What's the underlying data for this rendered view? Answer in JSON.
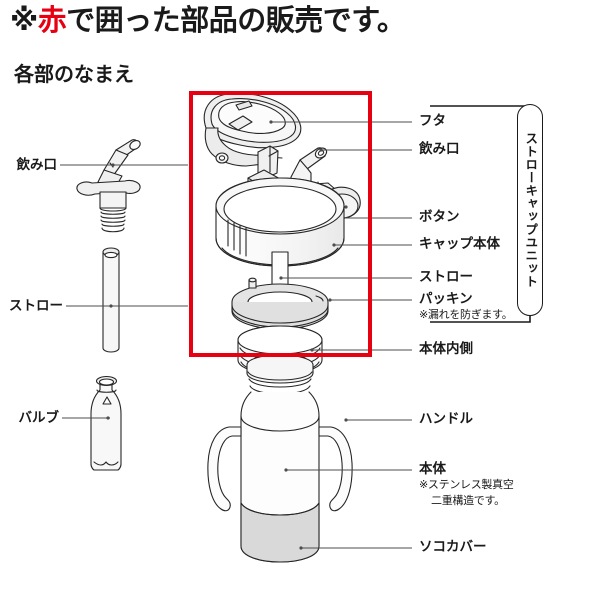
{
  "notice": {
    "prefix": "※",
    "red_word": "赤",
    "suffix": "で囲った部品の販売です。",
    "red_color": "#e60012"
  },
  "section": {
    "title": "各部のなまえ"
  },
  "diagram": {
    "subject": "straw-cap-water-bottle-exploded-view",
    "highlight_box": {
      "color": "#e60012",
      "meaning": "赤で囲った部品"
    },
    "bracket": {
      "label": "ストローキャップユニット",
      "covers_from": "フタ",
      "covers_to": "パッキン"
    }
  },
  "labels_left": [
    {
      "id": "drinking-spout",
      "text": "飲み口"
    },
    {
      "id": "straw",
      "text": "ストロー"
    },
    {
      "id": "valve",
      "text": "バルブ"
    }
  ],
  "labels_right": [
    {
      "id": "lid",
      "text": "フタ",
      "note": ""
    },
    {
      "id": "drinking-spout",
      "text": "飲み口",
      "note": ""
    },
    {
      "id": "button",
      "text": "ボタン",
      "note": ""
    },
    {
      "id": "cap-body",
      "text": "キャップ本体",
      "note": ""
    },
    {
      "id": "straw",
      "text": "ストロー",
      "note": ""
    },
    {
      "id": "packing",
      "text": "パッキン",
      "note": "※漏れを防ぎます。"
    },
    {
      "id": "body-inner",
      "text": "本体内側",
      "note": ""
    },
    {
      "id": "handle",
      "text": "ハンドル",
      "note": ""
    },
    {
      "id": "body",
      "text": "本体",
      "note": "※ステンレス製真空",
      "note2": "二重構造です。"
    },
    {
      "id": "bottom-cover",
      "text": "ソコカバー",
      "note": ""
    }
  ]
}
